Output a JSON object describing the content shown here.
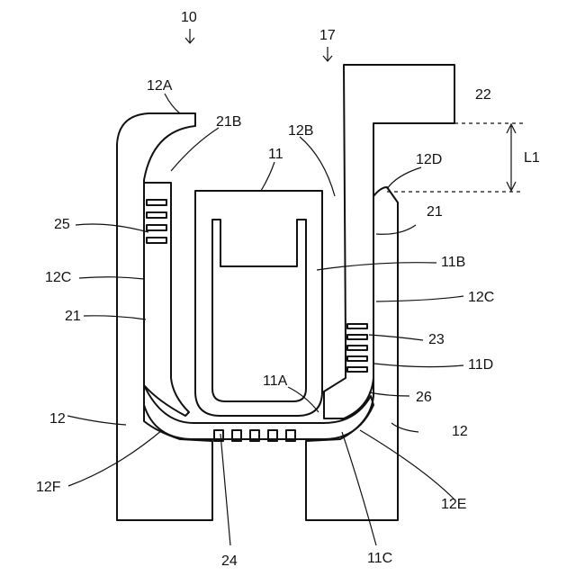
{
  "figure": {
    "labels": {
      "l10": "10",
      "l17": "17",
      "l12A": "12A",
      "l21B": "21B",
      "l12B": "12B",
      "l11": "11",
      "l22": "22",
      "l12D": "12D",
      "lL1": "L1",
      "l25": "25",
      "l21_left": "21",
      "l21_right": "21",
      "l12C_left": "12C",
      "l12C_right": "12C",
      "l11B": "11B",
      "l23": "23",
      "l11D": "11D",
      "l11A": "11A",
      "l26": "26",
      "l12_left": "12",
      "l12_right": "12",
      "l12F": "12F",
      "l12E": "12E",
      "l24": "24",
      "l11C": "11C"
    }
  }
}
